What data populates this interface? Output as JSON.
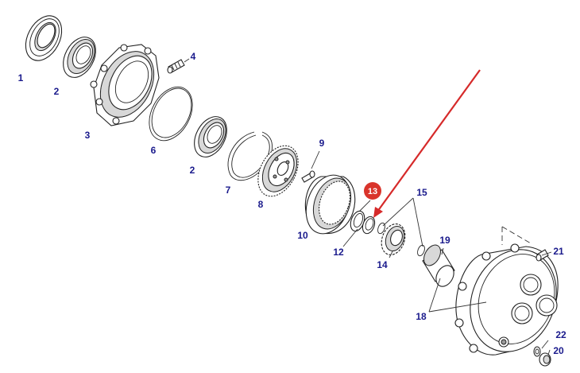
{
  "colors": {
    "label": "#1a1a8c",
    "highlight_badge": "#d9342b",
    "arrow": "#d62a2a",
    "line": "#222222"
  },
  "labels": {
    "n1": "1",
    "n2a": "2",
    "n2b": "2",
    "n3": "3",
    "n4": "4",
    "n6": "6",
    "n7": "7",
    "n8": "8",
    "n9": "9",
    "n10": "10",
    "n12": "12",
    "n13": "13",
    "n14": "14",
    "n15": "15",
    "n18": "18",
    "n19": "19",
    "n20": "20",
    "n21": "21",
    "n22": "22"
  },
  "highlighted_part": "13"
}
